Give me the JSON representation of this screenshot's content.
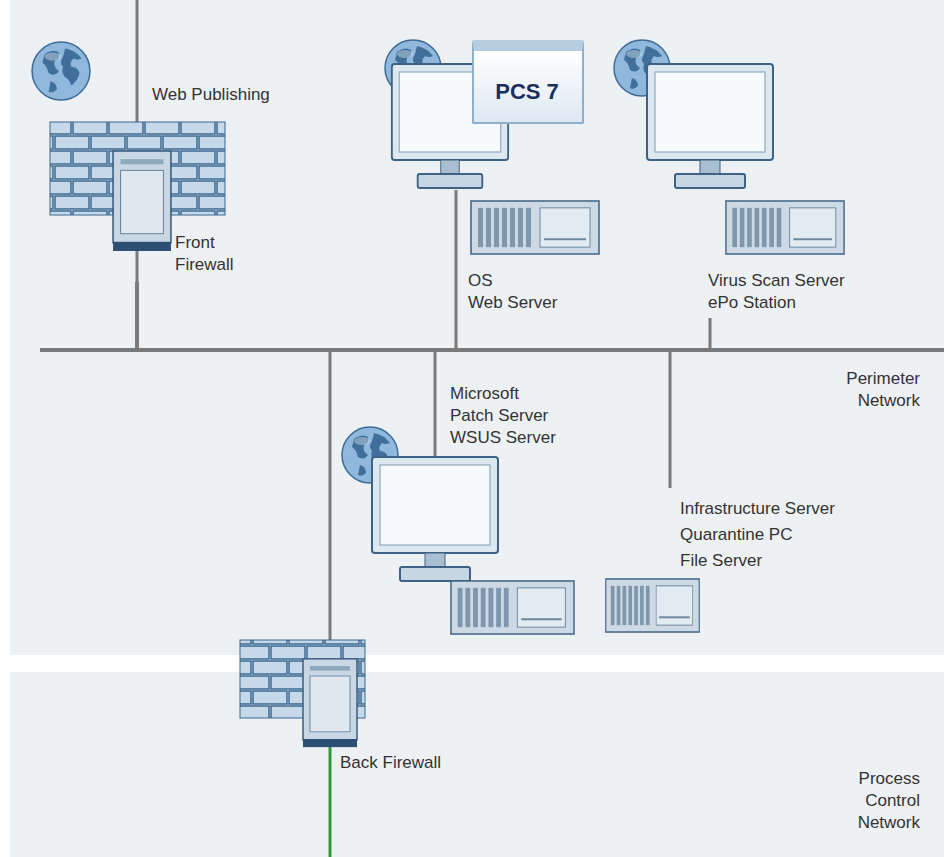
{
  "diagram": {
    "nodes": [
      {
        "text": [
          "Perimeter Network"
        ]
      },
      {
        "text": [
          "Web Publishing",
          "Front Firewall"
        ],
        "in": 0
      },
      {
        "text": [
          "OS",
          "Web Server"
        ],
        "in": 0
      },
      {
        "text": [
          "PCS 7"
        ],
        "in": 2
      },
      {
        "text": [
          "Virus Scan Server",
          "ePo Station"
        ],
        "in": 0
      },
      {
        "text": [
          "Microsoft Patch Server",
          "WSUS Server"
        ],
        "in": 0
      },
      {
        "text": [
          "Infrastructure Server",
          "Quarantine PC",
          "File Server"
        ],
        "in": 0
      },
      {
        "text": [
          "Back Firewall"
        ]
      },
      {
        "text": [
          "Process Control Network"
        ]
      }
    ],
    "edges": [
      {
        "from": 1,
        "to": 2,
        "arrow": "none"
      },
      {
        "from": 1,
        "to": 4,
        "arrow": "none"
      },
      {
        "from": 1,
        "to": 5,
        "arrow": "none"
      },
      {
        "from": 1,
        "to": 6,
        "arrow": "none"
      },
      {
        "from": 1,
        "to": 7,
        "arrow": "none"
      }
    ]
  }
}
